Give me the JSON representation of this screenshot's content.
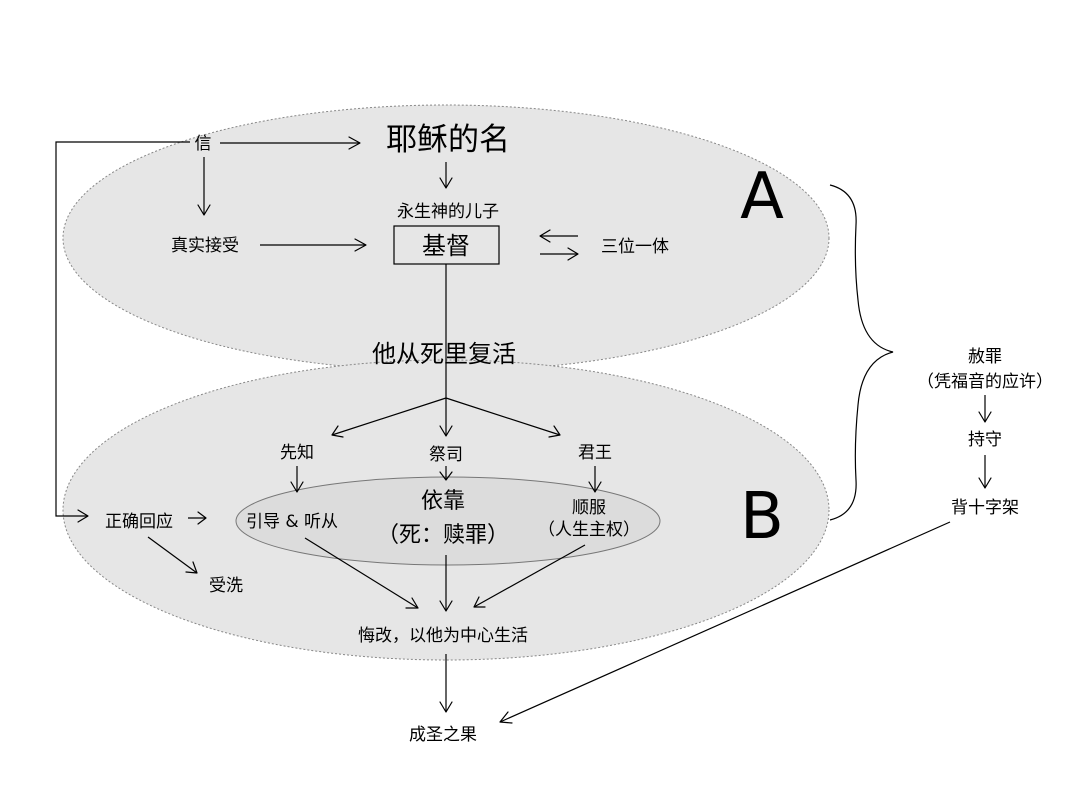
{
  "colors": {
    "ellipse_fill": "#e6e6e6",
    "ellipse_stroke": "#888888",
    "inner_ellipse_fill": "#dcdcdc",
    "line": "#000000"
  },
  "region_a": {
    "letter": "A",
    "faith": "信",
    "name_of_jesus": "耶稣的名",
    "son_of_god": "永生神的儿子",
    "true_acceptance": "真实接受",
    "christ": "基督",
    "trinity": "三位一体"
  },
  "resurrection": "他从死里复活",
  "region_b": {
    "letter": "B",
    "prophet": "先知",
    "priest": "祭司",
    "king": "君王",
    "correct_response": "正确回应",
    "guidance_obey": "引导 & 听从",
    "rely": "依靠",
    "death_atonement": "（死：赎罪）",
    "submit": "顺服",
    "lordship": "（人生主权）",
    "baptism": "受洗",
    "repentance": "悔改，以他为中心生活"
  },
  "fruit": "成圣之果",
  "side": {
    "pardon": "赦罪",
    "gospel_promise": "（凭福音的应许）",
    "keep": "持守",
    "carry_cross": "背十字架"
  }
}
